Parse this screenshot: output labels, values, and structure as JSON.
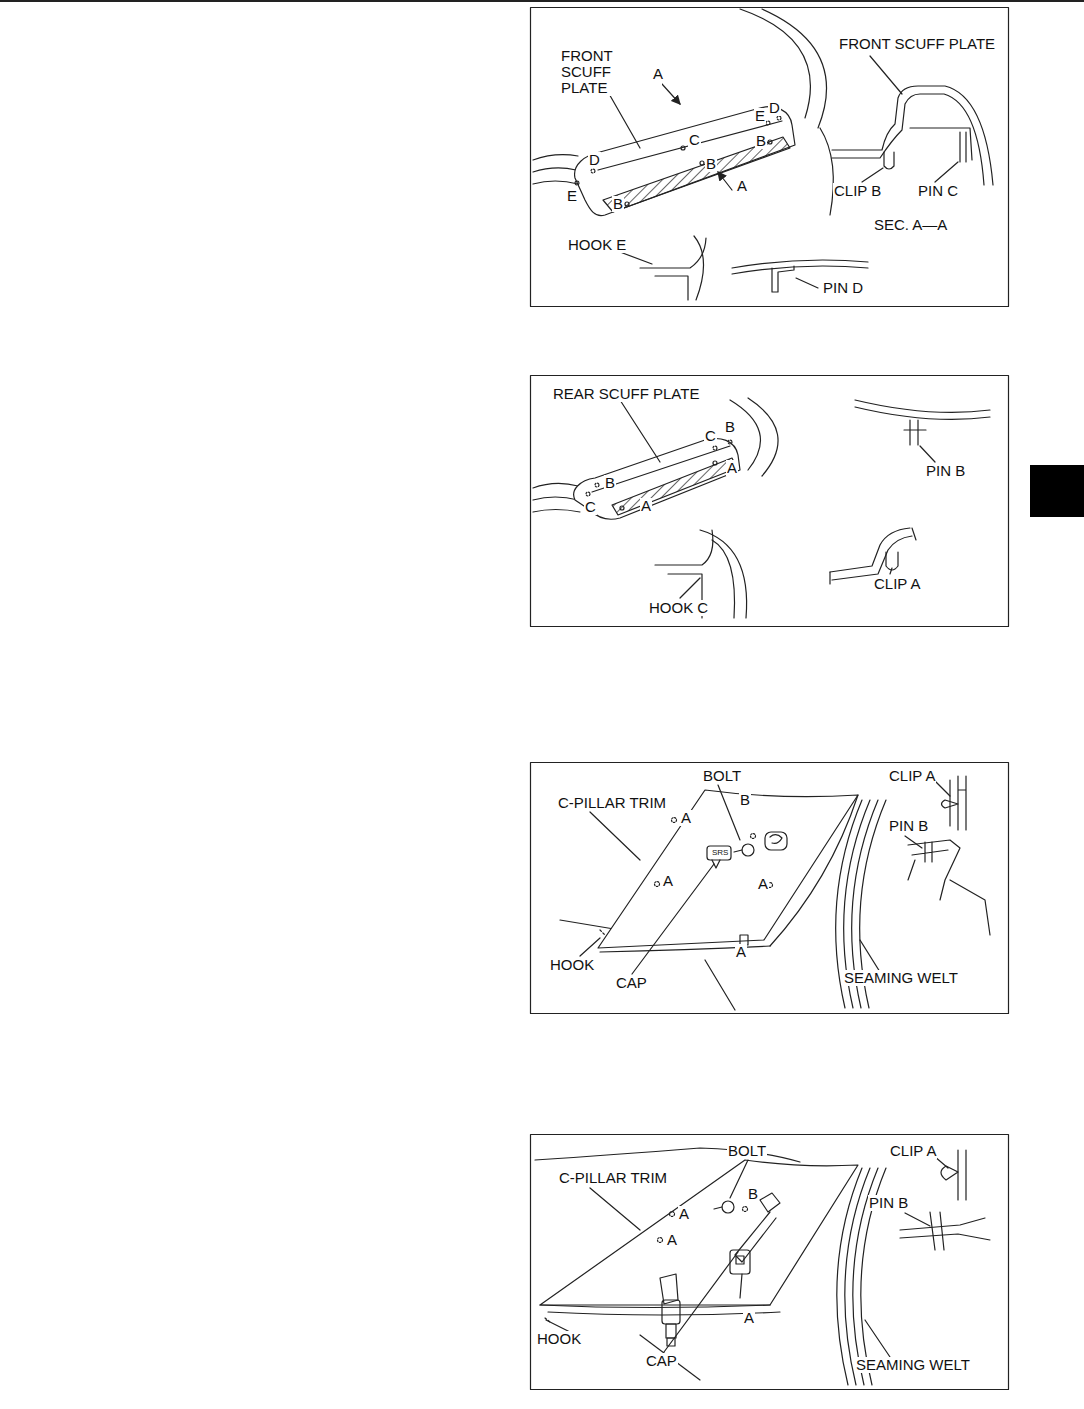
{
  "diagram": {
    "labels": [
      "FRONT SCUFF PLATE",
      "FRONT SCUFF PLATE",
      "A",
      "E",
      "D",
      "C",
      "B",
      "B",
      "A",
      "D",
      "E",
      "B",
      "CLIP B",
      "PIN C",
      "SEC. A—A",
      "HOOK E",
      "PIN D",
      "REAR SCUFF PLATE",
      "C",
      "B",
      "A",
      "B",
      "C",
      "A",
      "PIN B",
      "HOOK C",
      "CLIP A",
      "BOLT",
      "CLIP A",
      "C-PILLAR TRIM",
      "B",
      "A",
      "SRS",
      "PIN B",
      "A",
      "A",
      "A",
      "HOOK",
      "CAP",
      "SEAMING WELT",
      "BOLT",
      "CLIP A",
      "C-PILLAR TRIM",
      "B",
      "A",
      "PIN B",
      "A",
      "A",
      "HOOK",
      "CAP",
      "SEAMING WELT"
    ]
  }
}
